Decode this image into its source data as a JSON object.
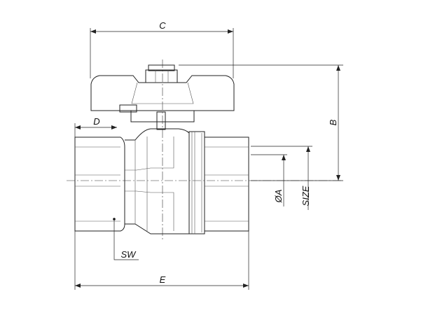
{
  "drawing": {
    "title": "Ball valve dimension drawing",
    "dimensions": {
      "c": "C",
      "b": "B",
      "d": "D",
      "e": "E",
      "sw": "SW",
      "phi_a": "ØA",
      "size": "SIZE"
    }
  }
}
